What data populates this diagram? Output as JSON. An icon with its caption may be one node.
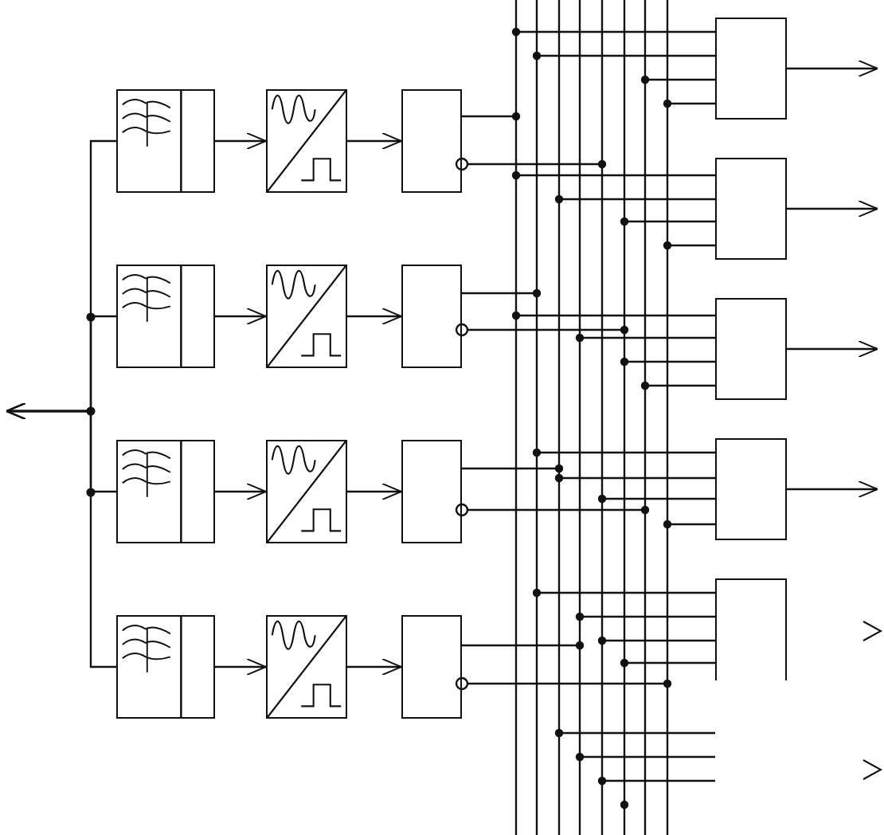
{
  "diagram": {
    "nodes": [
      {
        "text": [],
        "shape": "box"
      },
      {
        "text": [],
        "shape": "box"
      },
      {
        "text": [],
        "shape": "box"
      },
      {
        "text": [],
        "shape": "box"
      },
      {
        "text": [],
        "shape": "box"
      },
      {
        "text": [],
        "shape": "box"
      },
      {
        "text": [],
        "shape": "box"
      },
      {
        "text": [],
        "shape": "box"
      },
      {
        "text": [],
        "shape": "box"
      },
      {
        "text": [],
        "shape": "box"
      },
      {
        "text": [],
        "shape": "box"
      },
      {
        "text": [],
        "shape": "box"
      },
      {
        "text": [],
        "shape": "box"
      },
      {
        "text": [],
        "shape": "box"
      },
      {
        "text": [],
        "shape": "box"
      },
      {
        "text": [],
        "shape": "box"
      },
      {
        "text": [],
        "shape": "box"
      }
    ],
    "edges": [
      {
        "from": 0,
        "to": null,
        "arrow": "to"
      },
      {
        "from": 1,
        "to": null,
        "arrow": "to"
      },
      {
        "from": 2,
        "to": null,
        "arrow": "to"
      },
      {
        "from": 3,
        "to": null,
        "arrow": "to"
      },
      {
        "from": 0,
        "to": 4,
        "arrow": "to"
      },
      {
        "from": 1,
        "to": 5,
        "arrow": "to"
      },
      {
        "from": 2,
        "to": 6,
        "arrow": "to"
      },
      {
        "from": 3,
        "to": 7,
        "arrow": "to"
      },
      {
        "from": 4,
        "to": 8,
        "arrow": "to"
      },
      {
        "from": 5,
        "to": 9,
        "arrow": "to"
      },
      {
        "from": 6,
        "to": 10,
        "arrow": "to"
      },
      {
        "from": 7,
        "to": 11,
        "arrow": "to"
      },
      {
        "from": 12,
        "to": null,
        "arrow": "to"
      },
      {
        "from": 13,
        "to": null,
        "arrow": "to"
      },
      {
        "from": 14,
        "to": null,
        "arrow": "to"
      },
      {
        "from": 15,
        "to": null,
        "arrow": "to"
      }
    ]
  }
}
